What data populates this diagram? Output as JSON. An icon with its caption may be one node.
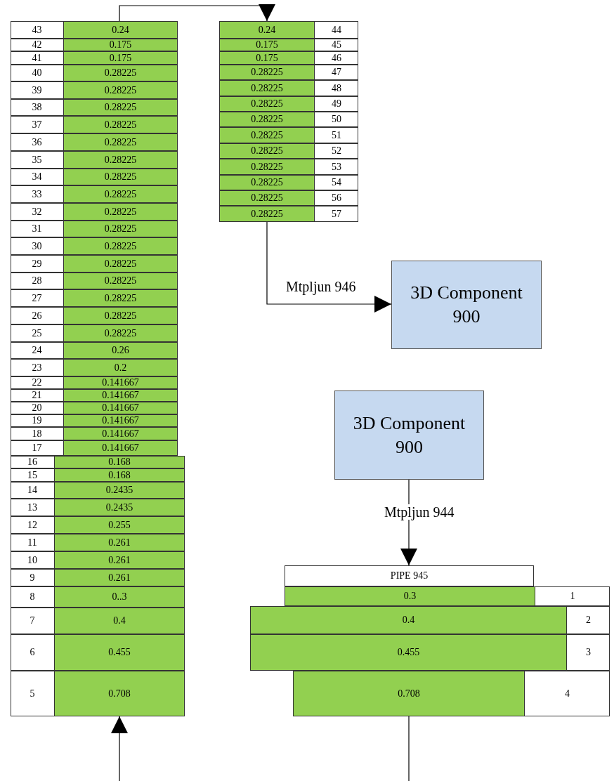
{
  "diagram": {
    "nodes": [
      {
        "text": [
          "43",
          "0.24"
        ]
      },
      {
        "text": [
          "42",
          "0.175"
        ]
      },
      {
        "text": [
          "41",
          "0.175"
        ]
      },
      {
        "text": [
          "40",
          "0.28225"
        ]
      },
      {
        "text": [
          "39",
          "0.28225"
        ]
      },
      {
        "text": [
          "38",
          "0.28225"
        ]
      },
      {
        "text": [
          "37",
          "0.28225"
        ]
      },
      {
        "text": [
          "36",
          "0.28225"
        ]
      },
      {
        "text": [
          "35",
          "0.28225"
        ]
      },
      {
        "text": [
          "34",
          "0.28225"
        ]
      },
      {
        "text": [
          "33",
          "0.28225"
        ]
      },
      {
        "text": [
          "32",
          "0.28225"
        ]
      },
      {
        "text": [
          "31",
          "0.28225"
        ]
      },
      {
        "text": [
          "30",
          "0.28225"
        ]
      },
      {
        "text": [
          "29",
          "0.28225"
        ]
      },
      {
        "text": [
          "28",
          "0.28225"
        ]
      },
      {
        "text": [
          "27",
          "0.28225"
        ]
      },
      {
        "text": [
          "26",
          "0.28225"
        ]
      },
      {
        "text": [
          "25",
          "0.28225"
        ]
      },
      {
        "text": [
          "24",
          "0.26"
        ]
      },
      {
        "text": [
          "23",
          "0.2"
        ]
      },
      {
        "text": [
          "22",
          "0.141667"
        ]
      },
      {
        "text": [
          "21",
          "0.141667"
        ]
      },
      {
        "text": [
          "20",
          "0.141667"
        ]
      },
      {
        "text": [
          "19",
          "0.141667"
        ]
      },
      {
        "text": [
          "18",
          "0.141667"
        ]
      },
      {
        "text": [
          "17",
          "0.141667"
        ]
      },
      {
        "text": [
          "16",
          "0.168"
        ]
      },
      {
        "text": [
          "15",
          "0.168"
        ]
      },
      {
        "text": [
          "14",
          "0.2435"
        ]
      },
      {
        "text": [
          "13",
          "0.2435"
        ]
      },
      {
        "text": [
          "12",
          "0.255"
        ]
      },
      {
        "text": [
          "11",
          "0.261"
        ]
      },
      {
        "text": [
          "10",
          "0.261"
        ]
      },
      {
        "text": [
          "9",
          "0.261"
        ]
      },
      {
        "text": [
          "8",
          "0..3"
        ]
      },
      {
        "text": [
          "7",
          "0.4"
        ]
      },
      {
        "text": [
          "6",
          "0.455"
        ]
      },
      {
        "text": [
          "5",
          "0.708"
        ]
      },
      {
        "text": [
          "0.24",
          "44"
        ]
      },
      {
        "text": [
          "0.175",
          "45"
        ]
      },
      {
        "text": [
          "0.175",
          "46"
        ]
      },
      {
        "text": [
          "0.28225",
          "47"
        ]
      },
      {
        "text": [
          "0.28225",
          "48"
        ]
      },
      {
        "text": [
          "0.28225",
          "49"
        ]
      },
      {
        "text": [
          "0.28225",
          "50"
        ]
      },
      {
        "text": [
          "0.28225",
          "51"
        ]
      },
      {
        "text": [
          "0.28225",
          "52"
        ]
      },
      {
        "text": [
          "0.28225",
          "53"
        ]
      },
      {
        "text": [
          "0.28225",
          "54"
        ]
      },
      {
        "text": [
          "0.28225",
          "56"
        ]
      },
      {
        "text": [
          "0.28225",
          "57"
        ]
      },
      {
        "text": [
          "3D Component 900"
        ]
      },
      {
        "text": [
          "3D Component 900"
        ]
      },
      {
        "text": [
          "PIPE 945"
        ]
      },
      {
        "text": [
          "0.3",
          "1"
        ]
      },
      {
        "text": [
          "0.4",
          "2"
        ]
      },
      {
        "text": [
          "0.455",
          "3"
        ]
      },
      {
        "text": [
          "0.708",
          "4"
        ]
      }
    ],
    "edges": [
      {
        "from": null,
        "to": 38,
        "arrow": "to"
      },
      {
        "from": 0,
        "to": 39,
        "arrow": "to"
      },
      {
        "from": 51,
        "to": 52,
        "label": "Mtpljun 946",
        "arrow": "to"
      },
      {
        "from": 53,
        "to": 54,
        "label": "Mtpljun 944",
        "arrow": "to"
      },
      {
        "from": 58,
        "to": null,
        "arrow": "none"
      }
    ]
  }
}
